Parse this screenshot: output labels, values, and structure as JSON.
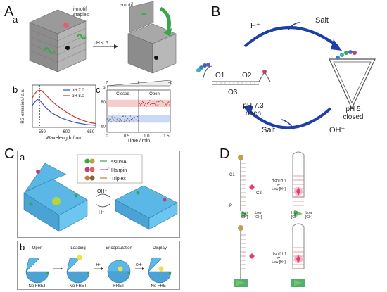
{
  "panel_a": {
    "letter": "A",
    "sub_a": "a",
    "sub_b": "b",
    "sub_c": "c",
    "staples_label": "i-motif\nstaples",
    "imotif_label": "i-motif",
    "ph_label": "pH < 6"
  },
  "chart_b": {
    "type": "line",
    "xlabel": "Wavelength / nm",
    "ylabel": "RG emission / a.u.",
    "xticks": [
      "550",
      "600",
      "650"
    ],
    "xlim": [
      530,
      660
    ],
    "ylim": [
      0,
      1.0
    ],
    "dashed_x": 545,
    "series": [
      {
        "name": "pH 7.0",
        "color": "#3a4fcf",
        "x": [
          530,
          535,
          540,
          545,
          550,
          555,
          560,
          570,
          580,
          590,
          600,
          610,
          620,
          630,
          640,
          650,
          660
        ],
        "y": [
          0.52,
          0.6,
          0.66,
          0.64,
          0.58,
          0.5,
          0.44,
          0.34,
          0.28,
          0.22,
          0.18,
          0.14,
          0.11,
          0.09,
          0.07,
          0.06,
          0.05
        ]
      },
      {
        "name": "pH 8.0",
        "color": "#c0392b",
        "x": [
          530,
          535,
          540,
          545,
          550,
          555,
          560,
          570,
          580,
          590,
          600,
          610,
          620,
          630,
          640,
          650,
          660
        ],
        "y": [
          0.7,
          0.8,
          0.86,
          0.88,
          0.86,
          0.8,
          0.74,
          0.62,
          0.52,
          0.44,
          0.36,
          0.29,
          0.23,
          0.18,
          0.14,
          0.11,
          0.09
        ]
      }
    ]
  },
  "chart_c": {
    "type": "scatter",
    "xlabel": "Time / min",
    "yticks": [
      "80",
      "60"
    ],
    "xticks": [
      "0",
      "0.5",
      "1.0",
      "1.5"
    ],
    "ph_label": "pH",
    "ph_ticks": [
      "7",
      "6",
      "<6"
    ],
    "closed_label": "Closed",
    "open_label": "Open",
    "switch_time": 0.8,
    "xlim": [
      0,
      1.6
    ],
    "ylim": [
      55,
      90
    ],
    "closed_level": 66,
    "open_level": 79
  },
  "panel_b": {
    "letter": "B",
    "h_plus": "H⁺",
    "salt_top": "Salt",
    "o1": "O1",
    "o2": "O2",
    "o3": "O3",
    "open_state": "pH 7.3\nopen",
    "closed_state": "pH 5\nclosed",
    "salt_bottom": "Salt",
    "oh_minus": "OH⁻"
  },
  "panel_c": {
    "letter": "C",
    "sub_a": "a",
    "sub_b": "b",
    "legend": [
      "ssDNA",
      "Hairpin",
      "Triplex"
    ],
    "oh_label": "OH⁻",
    "h_label": "H⁺",
    "steps": [
      "Open",
      "Loading",
      "Encapsulation",
      "Display"
    ],
    "fret": [
      "No FRET",
      "No FRET",
      "FRET",
      "No FRET"
    ],
    "arrow_labels": [
      "",
      "H⁺",
      "OH⁻"
    ]
  },
  "panel_d": {
    "letter": "D",
    "c1": "C1",
    "c2": "C2",
    "p": "P",
    "top_right_arrow": "High [H⁺]\n⇌\nLow [H⁺]",
    "mid_left": "High\n[Cl⁻]",
    "mid_left2": "Low\n[Cl⁻]",
    "mid_right": "High\n[Cl⁻]",
    "mid_right2": "Low\n[Cl⁻]",
    "bottom_right_arrow": "High [H⁺]\n⇌\nLow [H⁺]"
  },
  "colors": {
    "dna_blue": "#5bb8e6",
    "arrow_blue": "#1f3fa6",
    "green": "#3aa64a",
    "red": "#e04070"
  }
}
